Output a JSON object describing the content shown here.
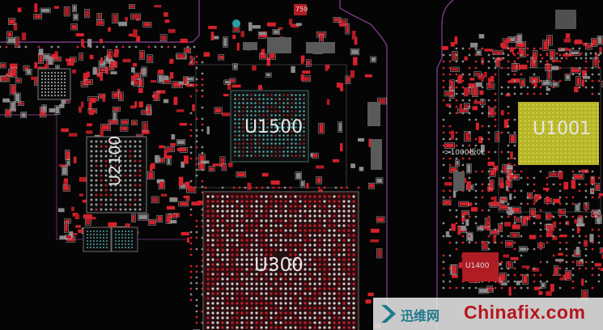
{
  "board": {
    "chips": {
      "u1500": "U1500",
      "u300": "U300",
      "u1001": "U1001",
      "u2100": "U2100",
      "u1400": "U1400"
    },
    "small_labels": {
      "top_ref": "759",
      "net_ref": ">1000板0L"
    }
  },
  "watermark": {
    "site_cn": "迅维网",
    "site_en": "Chinafix.com"
  },
  "colors": {
    "background": "#050505",
    "copper": "#b01c24",
    "pad_red": "#d4222c",
    "outline": "#7a3a82",
    "bga_yellow": "#b5b42a",
    "teal_pin": "#4fa3a5",
    "silk": "#bdbdbd",
    "watermark_red": "#b8141c",
    "watermark_teal": "#1f7a8c"
  }
}
